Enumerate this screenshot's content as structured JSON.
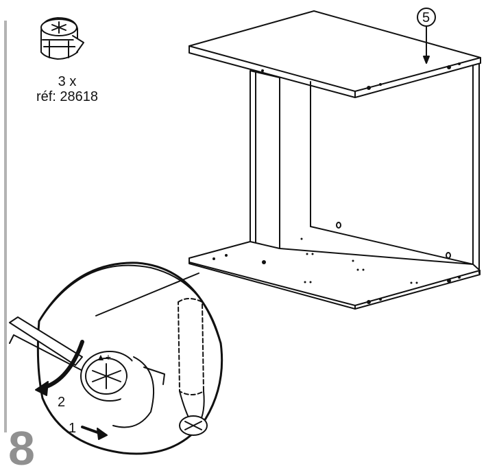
{
  "part": {
    "icon": "cam-lock-fitting-icon",
    "quantity": "3 x",
    "reference": "réf: 28618"
  },
  "callout": {
    "panel_number": "5"
  },
  "detail": {
    "step_one": "1",
    "step_two": "2"
  },
  "step_number": "8",
  "colors": {
    "line": "#111111",
    "sidebar": "#b3b3b3",
    "step_number": "#909090"
  }
}
